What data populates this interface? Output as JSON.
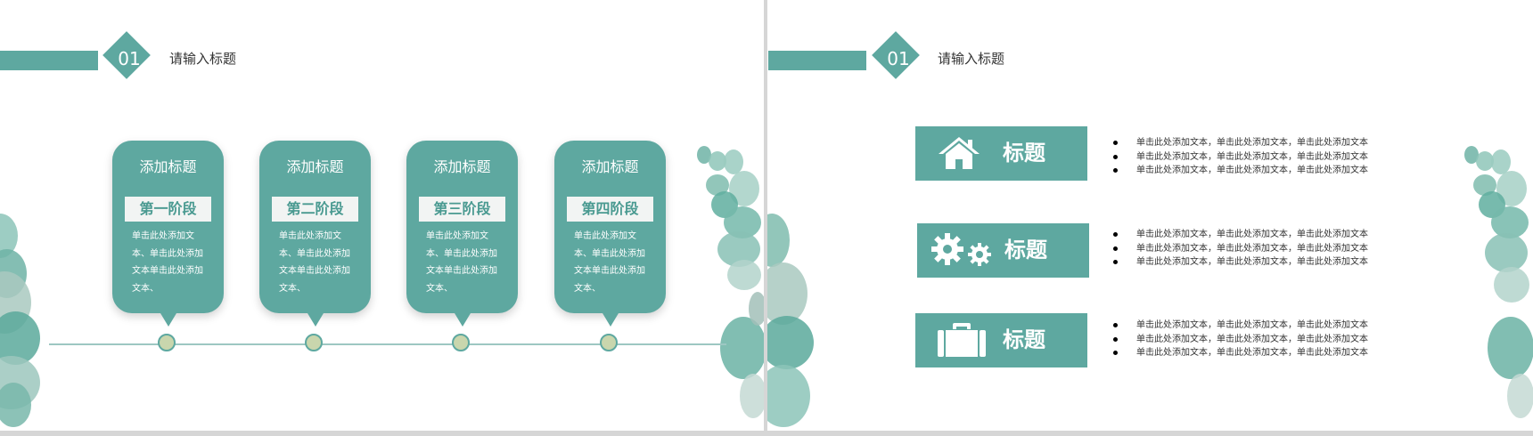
{
  "left": {
    "header": {
      "number": "01",
      "title": "请输入标题"
    },
    "stages": [
      {
        "title": "添加标题",
        "label": "第一阶段",
        "text": "单击此处添加文本、单击此处添加文本单击此处添加文本、"
      },
      {
        "title": "添加标题",
        "label": "第二阶段",
        "text": "单击此处添加文本、单击此处添加文本单击此处添加文本、"
      },
      {
        "title": "添加标题",
        "label": "第三阶段",
        "text": "单击此处添加文本、单击此处添加文本单击此处添加文本、"
      },
      {
        "title": "添加标题",
        "label": "第四阶段",
        "text": "单击此处添加文本、单击此处添加文本单击此处添加文本、"
      }
    ]
  },
  "right": {
    "header": {
      "number": "01",
      "title": "请输入标题"
    },
    "rows": [
      {
        "icon": "home-icon",
        "title": "标题",
        "bullets": [
          "单击此处添加文本，单击此处添加文本，单击此处添加文本",
          "单击此处添加文本，单击此处添加文本，单击此处添加文本",
          "单击此处添加文本，单击此处添加文本，单击此处添加文本"
        ]
      },
      {
        "icon": "gears-icon",
        "title": "标题",
        "bullets": [
          "单击此处添加文本，单击此处添加文本，单击此处添加文本",
          "单击此处添加文本，单击此处添加文本，单击此处添加文本",
          "单击此处添加文本，单击此处添加文本，单击此处添加文本"
        ]
      },
      {
        "icon": "briefcase-icon",
        "title": "标题",
        "bullets": [
          "单击此处添加文本，单击此处添加文本，单击此处添加文本",
          "单击此处添加文本，单击此处添加文本，单击此处添加文本",
          "单击此处添加文本，单击此处添加文本，单击此处添加文本"
        ]
      }
    ]
  },
  "colors": {
    "accent": "#5ea8a0",
    "dot_fill": "#c9d6ad",
    "label_text": "#4a9a91"
  }
}
